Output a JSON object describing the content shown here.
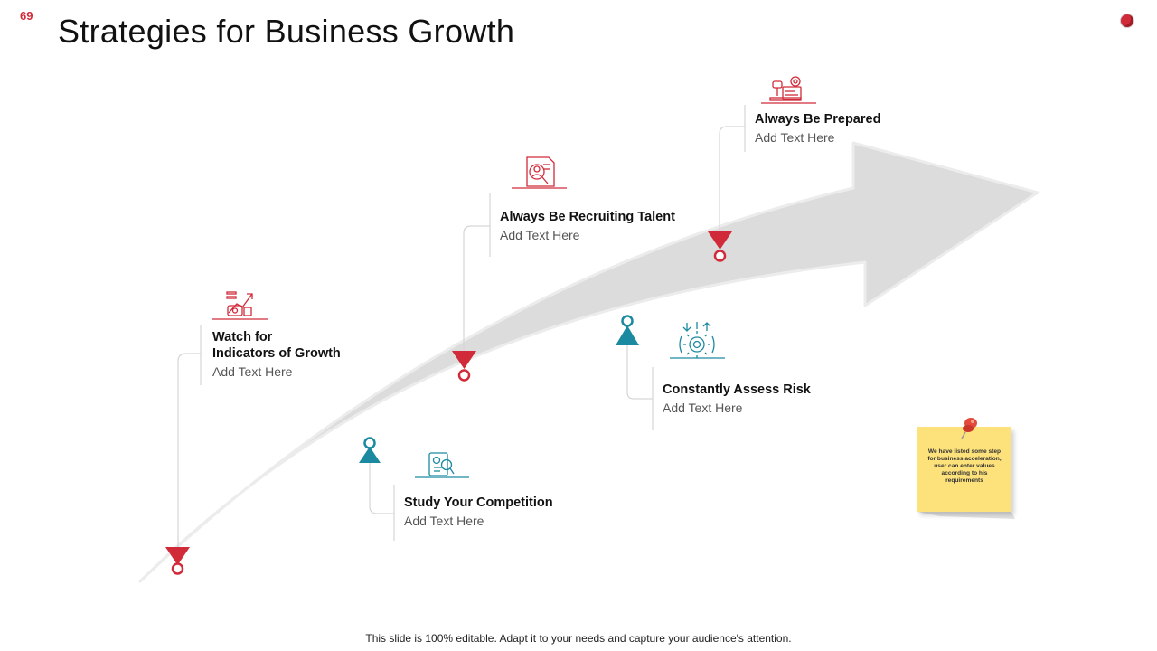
{
  "slide": {
    "number": "69",
    "title": "Strategies  for Business Growth"
  },
  "steps": [
    {
      "title_line1": "Watch for",
      "title_line2": "Indicators of Growth",
      "text": "Add Text Here",
      "icon": "growth-chart-icon"
    },
    {
      "title": "Study Your Competition",
      "text": "Add Text Here",
      "icon": "competition-analysis-icon"
    },
    {
      "title": "Always Be Recruiting Talent",
      "text": "Add Text Here",
      "icon": "recruit-icon"
    },
    {
      "title": "Constantly Assess Risk",
      "text": "Add Text Here",
      "icon": "risk-gear-icon"
    },
    {
      "title": "Always Be Prepared",
      "text": "Add Text Here",
      "icon": "plan-icon"
    }
  ],
  "note": {
    "text": "We have listed some step for business acceleration, user can enter values according to his requirements"
  },
  "footer": "This slide is 100% editable. Adapt it to your needs and capture your audience's attention.",
  "colors": {
    "red": "#d12b3a",
    "teal": "#1b8aa0",
    "arrow": "#dcdcdc"
  }
}
